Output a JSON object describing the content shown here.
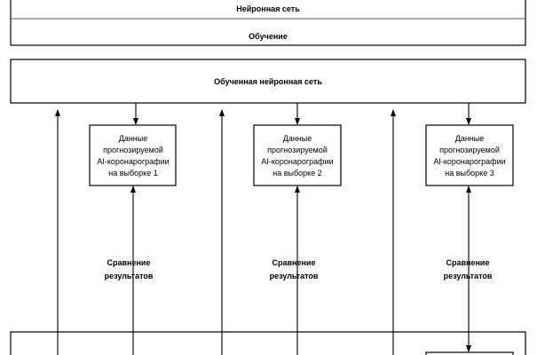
{
  "diagram": {
    "top_block": {
      "title": "Нейронная сеть",
      "subtitle": "Обучение"
    },
    "trained_network": "Обученная нейронная сеть",
    "samples": [
      {
        "lines": [
          "Данные",
          "прогнозируемой",
          "AI-коронарографии",
          "на выборке 1"
        ]
      },
      {
        "lines": [
          "Данные",
          "прогнозируемой",
          "AI-коронарографии",
          "на выборке 2"
        ]
      },
      {
        "lines": [
          "Данные",
          "прогнозируемой",
          "AI-коронарографии",
          "на выборке 3"
        ]
      }
    ],
    "comparison_labels": [
      {
        "lines": [
          "Сравнение",
          "результатов"
        ]
      },
      {
        "lines": [
          "Сравнение",
          "результатов"
        ]
      },
      {
        "lines": [
          "Сравнение",
          "результатов"
        ]
      }
    ]
  }
}
